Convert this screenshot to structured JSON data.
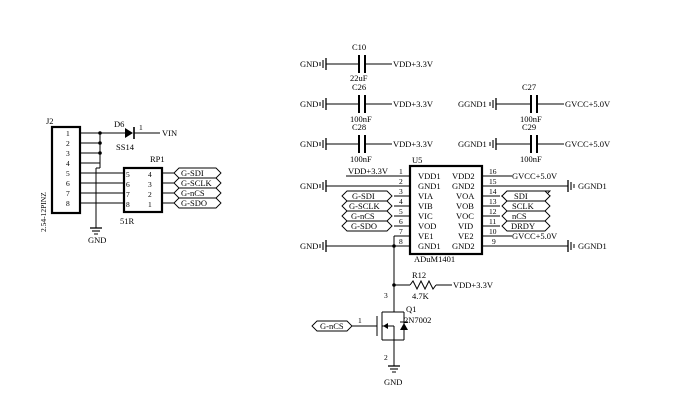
{
  "j2": {
    "ref": "J2",
    "value": "2.54-12PINZ",
    "pins": [
      "1",
      "2",
      "3",
      "4",
      "5",
      "6",
      "7",
      "8"
    ]
  },
  "d6": {
    "ref": "D6",
    "value": "SS14",
    "pin": "1",
    "net": "VIN"
  },
  "rp1": {
    "ref": "RP1",
    "value": "51R",
    "left_pins": [
      "5",
      "6",
      "7",
      "8"
    ],
    "right_pins": [
      "4",
      "3",
      "2",
      "1"
    ],
    "nets": [
      "G-SDI",
      "G-SCLK",
      "G-nCS",
      "G-SDO"
    ]
  },
  "gnd_label": "GND",
  "gnd_label_small": "GND",
  "ggnd1_label": "GGND1",
  "caps": [
    {
      "ref": "C10",
      "value": "22uF",
      "left": "GND",
      "right": "VDD+3.3V"
    },
    {
      "ref": "C26",
      "value": "100nF",
      "left": "GND",
      "right": "VDD+3.3V"
    },
    {
      "ref": "C28",
      "value": "100nF",
      "left": "GND",
      "right": "VDD+3.3V"
    },
    {
      "ref": "C27",
      "value": "100nF",
      "left": "GGND1",
      "right": "GVCC+5.0V"
    },
    {
      "ref": "C29",
      "value": "100nF",
      "left": "GGND1",
      "right": "GVCC+5.0V"
    }
  ],
  "u5": {
    "ref": "U5",
    "value": "ADuM1401",
    "left_pins": [
      {
        "num": "1",
        "name": "VDD1"
      },
      {
        "num": "2",
        "name": "GND1"
      },
      {
        "num": "3",
        "name": "VIA"
      },
      {
        "num": "4",
        "name": "VIB"
      },
      {
        "num": "5",
        "name": "VIC"
      },
      {
        "num": "6",
        "name": "VOD"
      },
      {
        "num": "7",
        "name": "VE1"
      },
      {
        "num": "8",
        "name": "GND1"
      }
    ],
    "right_pins": [
      {
        "num": "16",
        "name": "VDD2"
      },
      {
        "num": "15",
        "name": "GND2"
      },
      {
        "num": "14",
        "name": "VOA"
      },
      {
        "num": "13",
        "name": "VOB"
      },
      {
        "num": "12",
        "name": "VOC"
      },
      {
        "num": "11",
        "name": "VID"
      },
      {
        "num": "10",
        "name": "VE2"
      },
      {
        "num": "9",
        "name": "GND2"
      }
    ],
    "left_nets": [
      "VDD+3.3V",
      "GND",
      "G-SDI",
      "G-SCLK",
      "G-nCS",
      "G-SDO",
      "",
      "GND"
    ],
    "right_nets": [
      "GVCC+5.0V",
      "GGND1",
      "SDI",
      "SCLK",
      "nCS",
      "DRDY",
      "GVCC+5.0V",
      "GGND1"
    ]
  },
  "r12": {
    "ref": "R12",
    "value": "4.7K",
    "net": "VDD+3.3V"
  },
  "q1": {
    "ref": "Q1",
    "value": "2N7002",
    "gate_net": "G-nCS",
    "pin_gate": "1",
    "pin_drain": "3",
    "pin_source": "2",
    "gnd": "GND"
  }
}
